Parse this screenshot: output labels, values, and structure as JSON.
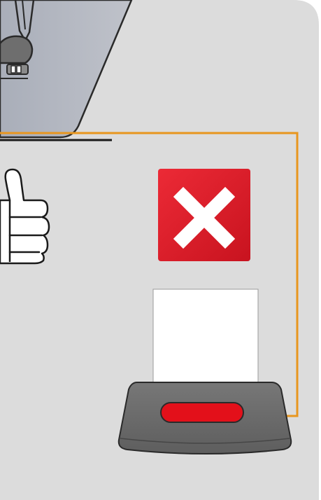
{
  "diagram": {
    "background_color": "#dcdcdc",
    "connector_color": "#e8961e",
    "status_icon": {
      "name": "x-mark-icon",
      "meaning": "error",
      "color": "#e2202e"
    },
    "gesture_icon": {
      "name": "thumbs-up-icon",
      "color": "#ffffff"
    },
    "device": {
      "name": "printer",
      "body_color": "#6d6d6d",
      "indicator_color": "#e3101a",
      "paper_color": "#ffffff"
    },
    "machine": {
      "name": "sewing-machine-arm",
      "color": "#b2b6c0"
    }
  }
}
